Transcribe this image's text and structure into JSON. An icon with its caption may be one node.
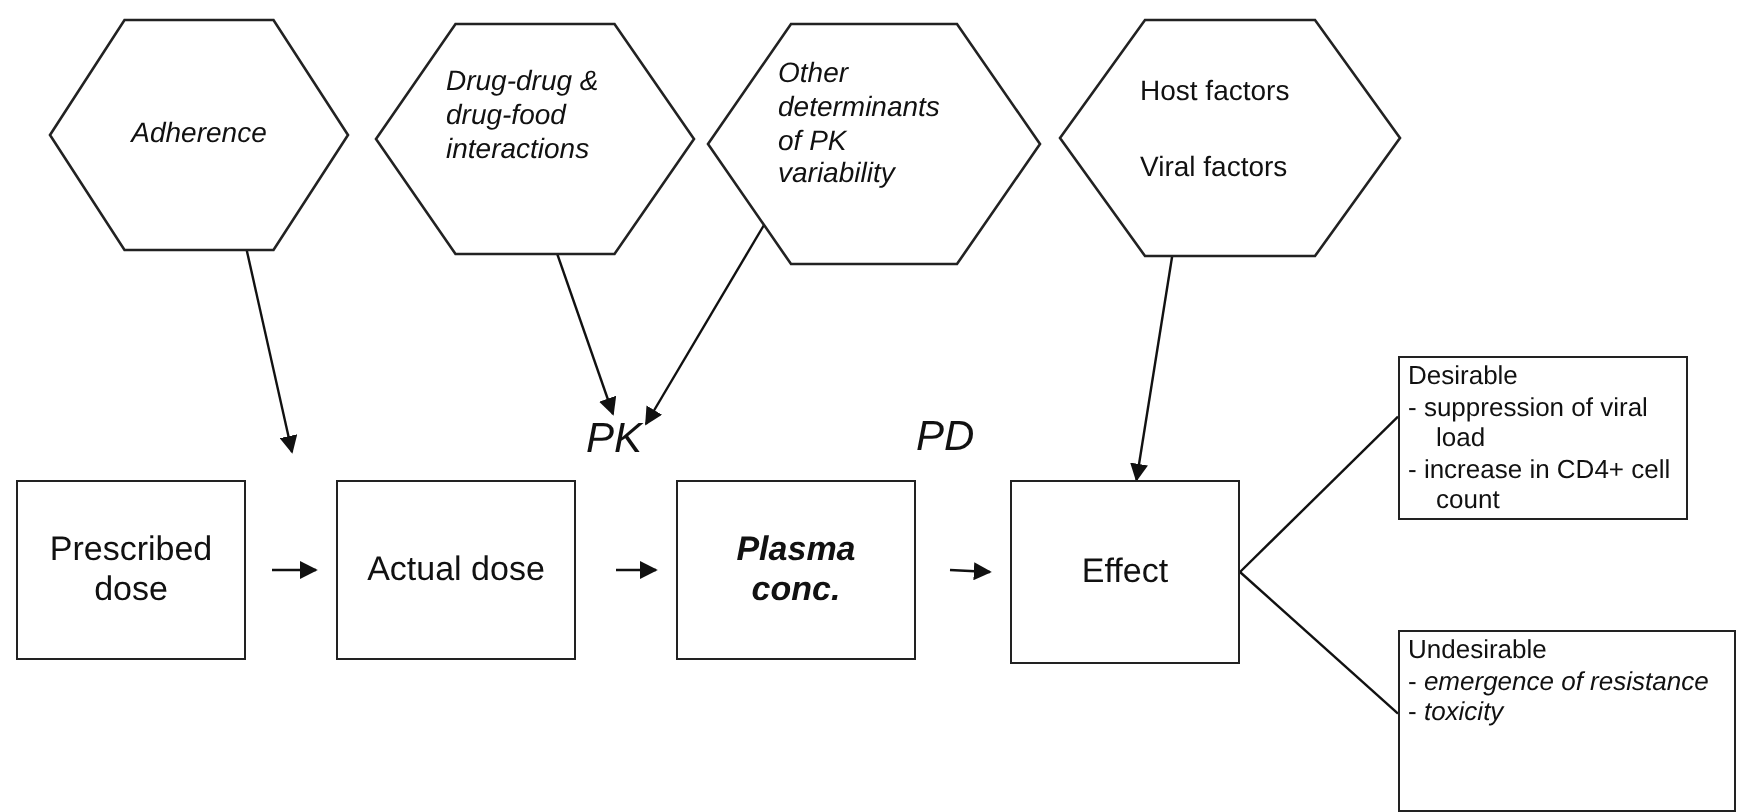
{
  "diagram": {
    "nodes": [
      {
        "text": [
          "Adherence"
        ]
      },
      {
        "text": [
          "Drug-drug & drug-food interactions"
        ]
      },
      {
        "text": [
          "Other determinants of PK variability"
        ]
      },
      {
        "text": [
          "Host factors",
          "Viral factors"
        ]
      },
      {
        "text": [
          "Prescribed dose"
        ]
      },
      {
        "text": [
          "Actual dose"
        ]
      },
      {
        "text": [
          "Plasma conc."
        ]
      },
      {
        "text": [
          "Effect"
        ]
      },
      {
        "text": [
          "Desirable",
          "- suppression of viral load",
          "- increase in CD4+ cell count"
        ]
      },
      {
        "text": [
          "Undesirable",
          "- *emergence of resistance*",
          "- *toxicity*"
        ]
      },
      {
        "text": [
          "PK"
        ]
      }
    ],
    "edges": [
      {
        "from": 0,
        "to": null,
        "arrow": "to"
      },
      {
        "from": 1,
        "to": 10,
        "arrow": "to"
      },
      {
        "from": 2,
        "to": 10,
        "arrow": "to"
      },
      {
        "from": 3,
        "to": 7,
        "arrow": "to"
      },
      {
        "from": 4,
        "to": 5,
        "arrow": "to"
      },
      {
        "from": 5,
        "to": 6,
        "arrow": "to"
      },
      {
        "from": 6,
        "to": 7,
        "arrow": "to"
      },
      {
        "from": 7,
        "to": 8,
        "arrow": "none"
      },
      {
        "from": 7,
        "to": 9,
        "arrow": "none"
      }
    ],
    "labels": [
      "PD"
    ]
  }
}
